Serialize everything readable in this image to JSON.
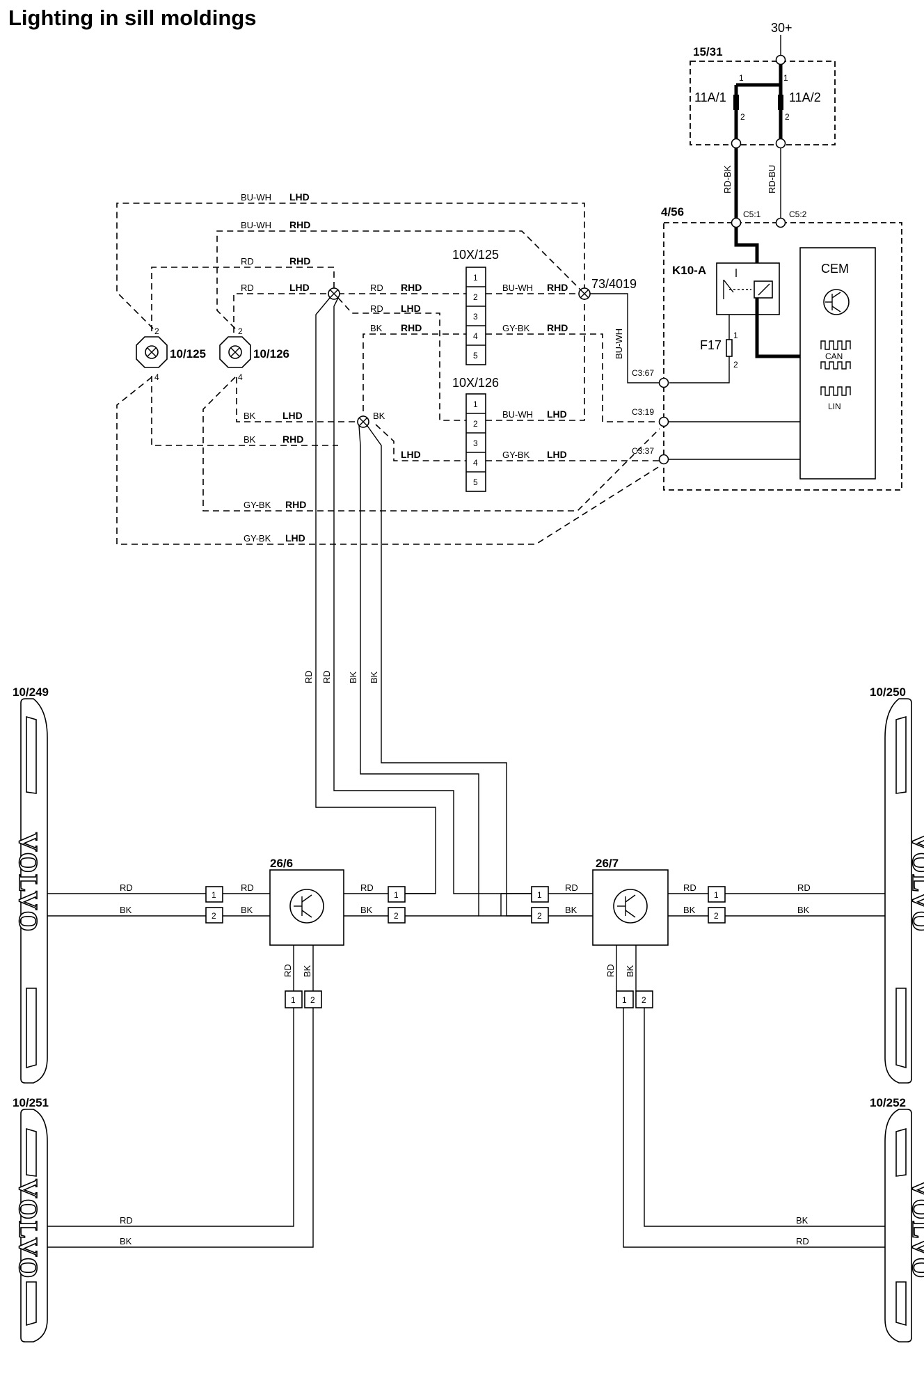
{
  "title": "Lighting in sill moldings",
  "components": {
    "supply": "30+",
    "fuse_box": "15/31",
    "fuse_a": "11A/1",
    "fuse_b": "11A/2",
    "cem_module": "4/56",
    "relay": "K10-A",
    "cem": "CEM",
    "fuse_f17": "F17",
    "can": "CAN",
    "lin": "LIN",
    "lamp_left": "10/125",
    "lamp_right": "10/126",
    "connector_a": "10X/125",
    "connector_b": "10X/126",
    "splice": "73/4019",
    "amp_left": "26/6",
    "amp_right": "26/7",
    "sill_fl": "10/249",
    "sill_fr": "10/250",
    "sill_rl": "10/251",
    "sill_rr": "10/252",
    "sill_logo": "VOLVO"
  },
  "terminals": {
    "c5_1": "C5:1",
    "c5_2": "C5:2",
    "c3_67": "C3:67",
    "c3_19": "C3:19",
    "c3_37": "C3:37"
  },
  "wire_colors": {
    "rd": "RD",
    "bk": "BK",
    "rd_bk": "RD-BK",
    "rd_bu": "RD-BU",
    "bu_wh": "BU-WH",
    "gy_bk": "GY-BK"
  },
  "variants": {
    "lhd": "LHD",
    "rhd": "RHD"
  },
  "pins": [
    "1",
    "2",
    "3",
    "4",
    "5"
  ]
}
